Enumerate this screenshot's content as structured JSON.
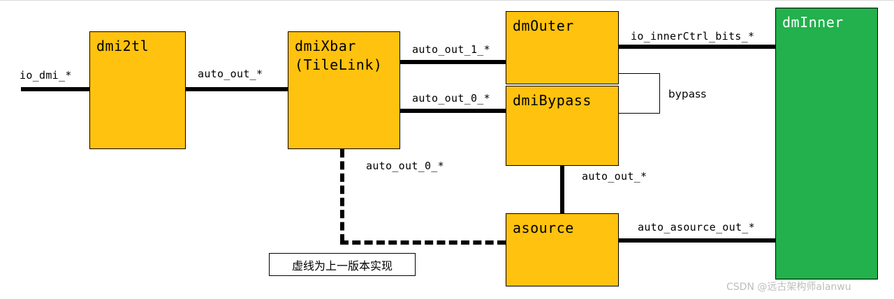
{
  "diagram": {
    "boxes": {
      "dmi2tl": {
        "label": "dmi2tl"
      },
      "dmiXbar": {
        "label": "dmiXbar",
        "label2": "(TileLink)"
      },
      "dmOuter": {
        "label": "dmOuter"
      },
      "dmiBypass": {
        "label": "dmiBypass"
      },
      "asource": {
        "label": "asource"
      },
      "dmInner": {
        "label": "dmInner"
      }
    },
    "labels": {
      "io_dmi": "io_dmi_*",
      "auto_out_left": "auto_out_*",
      "auto_out_1": "auto_out_1_*",
      "auto_out_0": "auto_out_0_*",
      "io_innerCtrl_bits": "io_innerCtrl_bits_*",
      "bypass": "bypass",
      "auto_out_0_dashed": "auto_out_0_*",
      "auto_out_bypass": "auto_out_*",
      "auto_asource_out": "auto_asource_out_*"
    },
    "legend": "虚线为上一版本实现",
    "watermark": "CSDN @远古架构师alanwu",
    "colors": {
      "module": "#FFC20E",
      "inner": "#22B14C",
      "line": "#000000"
    }
  }
}
